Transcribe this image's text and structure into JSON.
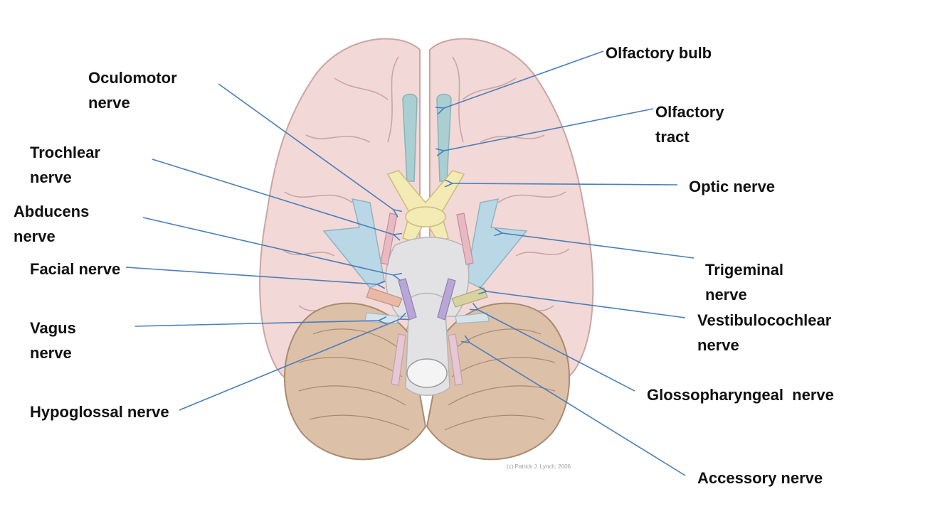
{
  "labels": {
    "olfactory_bulb": "Olfactory bulb",
    "olfactory_tract": [
      "Olfactory",
      "tract"
    ],
    "optic_nerve": "Optic nerve",
    "oculomotor_nerve": [
      "Oculomotor",
      "nerve"
    ],
    "trochlear_nerve": [
      "Trochlear",
      "nerve"
    ],
    "abducens_nerve": [
      "Abducens",
      "nerve"
    ],
    "facial_nerve": "Facial nerve",
    "vagus_nerve": [
      "Vagus",
      "nerve"
    ],
    "hypoglossal_nerve": "Hypoglossal nerve",
    "trigeminal_nerve": [
      "Trigeminal",
      "nerve"
    ],
    "vestibulocochlear_nerve": [
      "Vestibulocochlear",
      "nerve"
    ],
    "glossopharyngeal_nerve": "Glossopharyngeal  nerve",
    "accessory_nerve": "Accessory nerve"
  },
  "credit": "(c) Patrick J. Lynch, 2006",
  "colors": {
    "leader_line": "#4a7ebb",
    "cerebrum": "#f2d8d6",
    "cerebellum": "#dcc0a8",
    "olfactory": "#a9cfd2",
    "optic": "#f3eab4",
    "brainstem": "#e2e2e4",
    "trigeminal": "#b9d7e5"
  }
}
